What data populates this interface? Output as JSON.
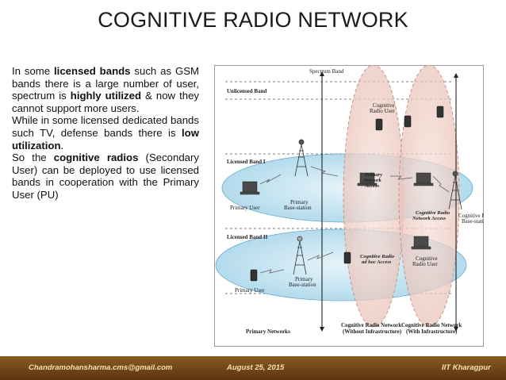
{
  "title": "COGNITIVE RADIO NETWORK",
  "body": {
    "p1": [
      "In some ",
      "licensed bands",
      " such as GSM bands there is a large number of user, spectrum is ",
      "highly utilized",
      " & now they cannot support more users."
    ],
    "p2": [
      "While in some licensed dedicated bands such TV, defense bands there is ",
      "low utilization",
      "."
    ],
    "p3": [
      "So the ",
      "cognitive radios",
      " (Secondary User) can be deployed to use licensed bands in cooperation with the Primary User (PU)"
    ]
  },
  "diagram": {
    "spectrum_band": "Spectrum Band",
    "unlicensed_band": "Unlicensed Band",
    "licensed_band_1": "Licensed Band I",
    "licensed_band_2": "Licensed Band II",
    "cognitive_radio_user": [
      "Cognitive",
      "Radio User"
    ],
    "primary_user_1": "Primary User",
    "primary_base_station_1": [
      "Primary",
      "Base-station"
    ],
    "primary_network_access": [
      "Primary",
      "Network",
      "Access"
    ],
    "cr_network_access": [
      "Cognitive Radio",
      "Network Access"
    ],
    "cr_base_station": [
      "Cognitive Radio",
      "Base-station"
    ],
    "cr_adhoc_access": [
      "Cognitive Radio",
      "ad hoc Access"
    ],
    "cognitive_radio_user_2": [
      "Cognitive",
      "Radio User"
    ],
    "primary_user_2": "Primary User",
    "primary_base_station_2": [
      "Primary",
      "Base-station"
    ],
    "primary_networks": "Primary Networks",
    "crn_without": [
      "Cognitive Radio Network",
      "(Without Infrastructure)"
    ],
    "crn_with": [
      "Cognitive Radio Network",
      "(With Infrastructure)"
    ]
  },
  "footer": {
    "email": "Chandramohansharma.cms@gmail.com",
    "date": "August 25, 2015",
    "org": "IIT Kharagpur"
  }
}
